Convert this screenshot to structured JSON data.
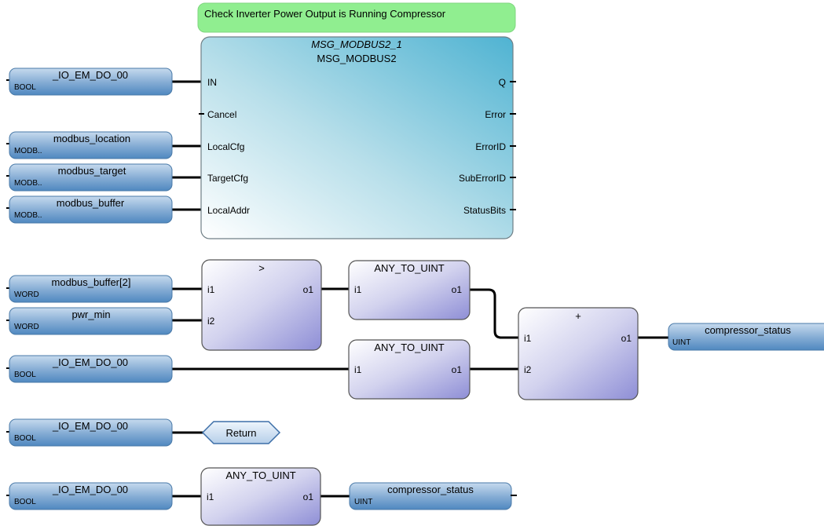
{
  "comment": "Check Inverter Power Output is Running Compressor",
  "msg_block": {
    "instance": "MSG_MODBUS2_1",
    "type": "MSG_MODBUS2",
    "inputs": [
      "IN",
      "Cancel",
      "LocalCfg",
      "TargetCfg",
      "LocalAddr"
    ],
    "outputs": [
      "Q",
      "Error",
      "ErrorID",
      "SubErrorID",
      "StatusBits"
    ]
  },
  "variables": {
    "io_em_do_00": {
      "name": "_IO_EM_DO_00",
      "type": "BOOL"
    },
    "modbus_location": {
      "name": "modbus_location",
      "type": "MODB.."
    },
    "modbus_target": {
      "name": "modbus_target",
      "type": "MODB.."
    },
    "modbus_buffer": {
      "name": "modbus_buffer",
      "type": "MODB.."
    },
    "modbus_buffer_2": {
      "name": "modbus_buffer[2]",
      "type": "WORD"
    },
    "pwr_min": {
      "name": "pwr_min",
      "type": "WORD"
    },
    "compressor_status": {
      "name": "compressor_status",
      "type": "UINT"
    }
  },
  "blocks": {
    "gt": {
      "title": ">",
      "in1": "i1",
      "in2": "i2",
      "out": "o1"
    },
    "any_to_uint": {
      "title": "ANY_TO_UINT",
      "in": "i1",
      "out": "o1"
    },
    "add": {
      "title": "+",
      "in1": "i1",
      "in2": "i2",
      "out": "o1"
    }
  },
  "return_label": "Return",
  "colors": {
    "comment_fill": "#90ee90",
    "var_fill": "#4f88c0",
    "block_fill": "#8e8ed6",
    "msg_fill": "#4fb3d2",
    "return_fill": "#c8dcf0"
  }
}
